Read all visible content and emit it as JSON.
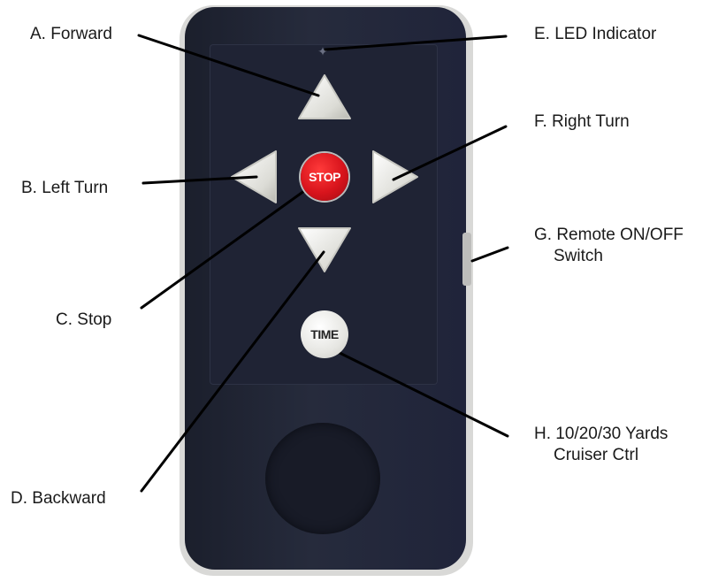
{
  "labels": {
    "a": "A. Forward",
    "b": "B. Left Turn",
    "c": "C. Stop",
    "d": "D. Backward",
    "e": "E. LED Indicator",
    "f": "F. Right Turn",
    "g_line1": "G. Remote ON/OFF",
    "g_line2": "Switch",
    "h_line1": "H. 10/20/30 Yards",
    "h_line2": "Cruiser Ctrl"
  },
  "buttons": {
    "stop": "STOP",
    "time": "TIME"
  },
  "colors": {
    "remote_body": "#1f2334",
    "stop_red": "#d8141c",
    "button_white": "#e6e6e2",
    "label_text": "#1a1a1a"
  }
}
